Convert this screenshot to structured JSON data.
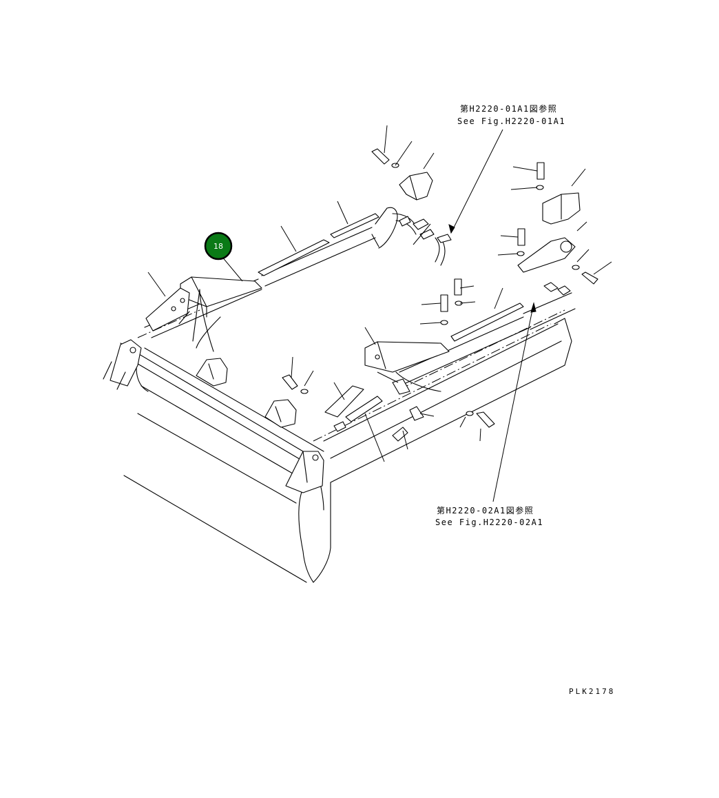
{
  "references": {
    "top": {
      "jp": "第H2220-01A1図参照",
      "en": "See Fig.H2220-01A1"
    },
    "bottom": {
      "jp": "第H2220-02A1図参照",
      "en": "See Fig.H2220-02A1"
    }
  },
  "callout": {
    "label": "18",
    "color": "#0a7a16",
    "border_color": "#000000"
  },
  "drawing_code": "PLK2178"
}
